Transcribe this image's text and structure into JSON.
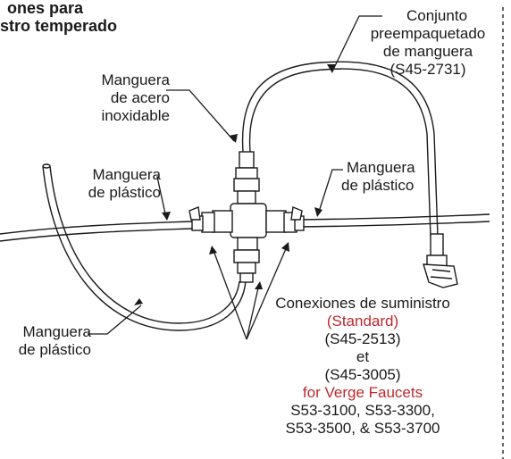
{
  "title": {
    "line1": "ones para",
    "line2": "stro temperado"
  },
  "labels": {
    "hose_kit": [
      "Conjunto",
      "preempaquetado",
      "de manguera",
      "(S45-2731)"
    ],
    "steel_hose": [
      "Manguera",
      "de acero",
      "inoxidable"
    ],
    "plastic_hose_left": [
      "Manguera",
      "de plástico"
    ],
    "plastic_hose_right": [
      "Manguera",
      "de plástico"
    ],
    "plastic_hose_bottom": [
      "Manguera",
      "de plástico"
    ],
    "supply": {
      "heading": "Conexiones de suministro",
      "standard": "(Standard)",
      "part1": "(S45-2513)",
      "and": "et",
      "part2": "(S45-3005)",
      "verge": "for Verge Faucets",
      "models1": "S53-3100, S53-3300,",
      "models2": "S53-3500, & S53-3700"
    }
  },
  "colors": {
    "line": "#1a1a1a",
    "accent_red": "#c0282d",
    "divider": "#333333"
  }
}
